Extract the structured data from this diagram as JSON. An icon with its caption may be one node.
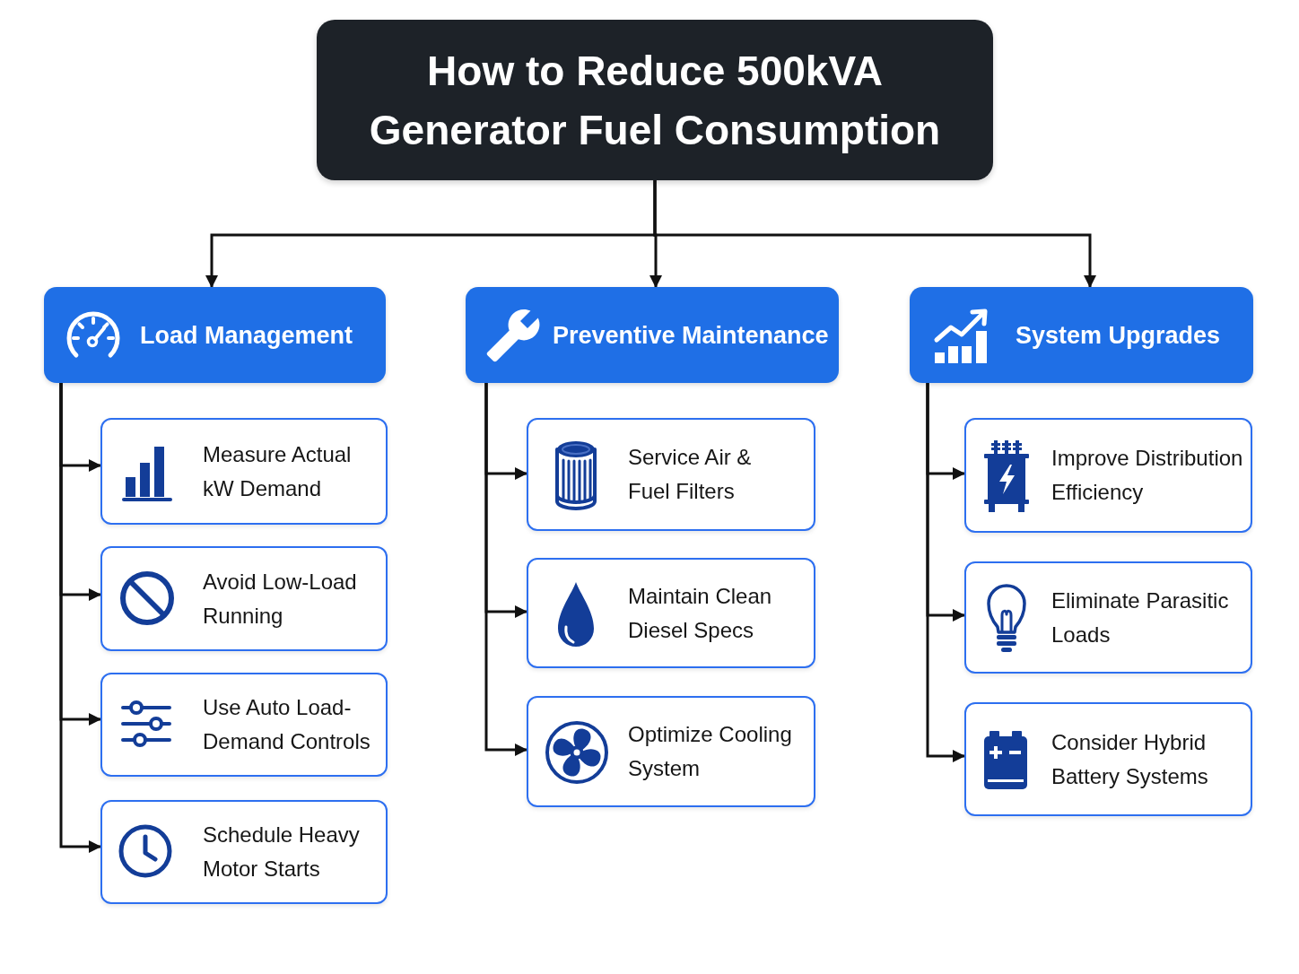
{
  "diagram": {
    "nodes": [
      {
        "text": [
          "How to Reduce 500kVA Generator Fuel Consumption"
        ]
      },
      {
        "text": [
          "Load Management"
        ]
      },
      {
        "text": [
          "Measure Actual kW Demand"
        ]
      },
      {
        "text": [
          "Avoid Low-Load Running"
        ]
      },
      {
        "text": [
          "Use Auto Load-Demand Controls"
        ]
      },
      {
        "text": [
          "Schedule Heavy Motor Starts"
        ]
      },
      {
        "text": [
          "Preventive Maintenance"
        ]
      },
      {
        "text": [
          "Service Air & Fuel Filters"
        ]
      },
      {
        "text": [
          "Maintain Clean Diesel Specs"
        ]
      },
      {
        "text": [
          "Optimize Cooling System"
        ]
      },
      {
        "text": [
          "System Upgrades"
        ]
      },
      {
        "text": [
          "Improve Distribution Efficiency"
        ]
      },
      {
        "text": [
          "Eliminate Parasitic Loads"
        ]
      },
      {
        "text": [
          "Consider Hybrid Battery Systems"
        ]
      }
    ],
    "edges": [
      {
        "from": 0,
        "to": 1,
        "arrow": "to"
      },
      {
        "from": 0,
        "to": 6,
        "arrow": "to"
      },
      {
        "from": 0,
        "to": 10,
        "arrow": "to"
      },
      {
        "from": 1,
        "to": 2,
        "arrow": "to"
      },
      {
        "from": 1,
        "to": 3,
        "arrow": "to"
      },
      {
        "from": 1,
        "to": 4,
        "arrow": "to"
      },
      {
        "from": 1,
        "to": 5,
        "arrow": "to"
      },
      {
        "from": 6,
        "to": 7,
        "arrow": "to"
      },
      {
        "from": 6,
        "to": 8,
        "arrow": "to"
      },
      {
        "from": 6,
        "to": 9,
        "arrow": "to"
      },
      {
        "from": 10,
        "to": 11,
        "arrow": "to"
      },
      {
        "from": 10,
        "to": 12,
        "arrow": "to"
      },
      {
        "from": 10,
        "to": 13,
        "arrow": "to"
      }
    ]
  }
}
